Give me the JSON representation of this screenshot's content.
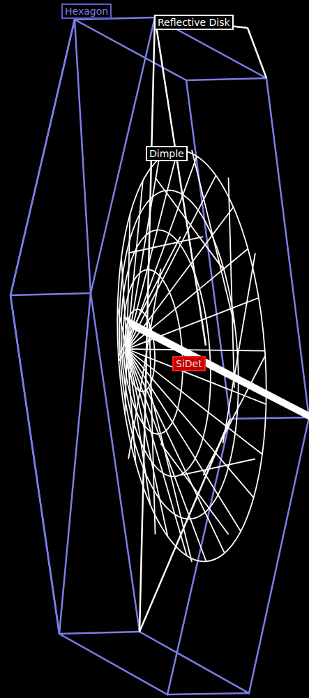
{
  "diagram": {
    "labels": [
      "Hexagon",
      "Reflective Disk",
      "Dimple",
      "SiDet"
    ]
  }
}
